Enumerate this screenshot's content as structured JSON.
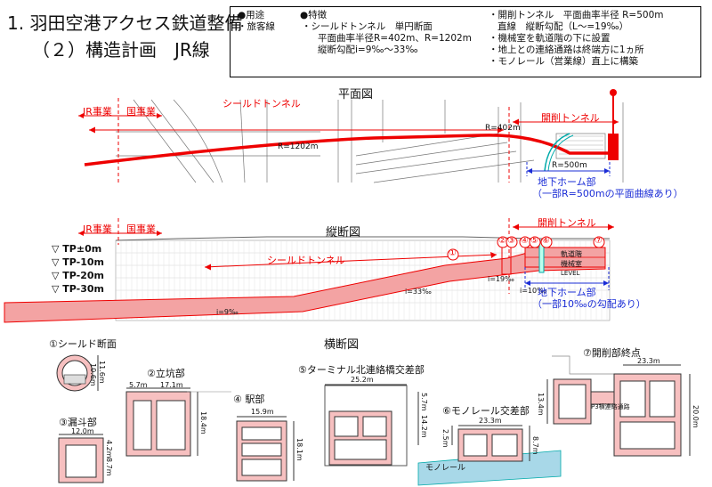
{
  "title": {
    "line1": "1. 羽田空港アクセス鉄道整備",
    "line2": "（２）構造計画　JR線"
  },
  "info": {
    "use_head": "●用途",
    "use_val": "・旅客線",
    "feat_head": "●特徴",
    "feat1": "・シールドトンネル　単円断面",
    "feat2": "平面曲率半径R=402m、R=1202m",
    "feat3": "縦断勾配i=9‰～33‰",
    "r1": "・開削トンネル　平面曲率半径 R=500m",
    "r2": "直線　縦断勾配（L～=19‰）",
    "r3": "・機械室を軌道階の下に設置",
    "r4": "・地上との連絡通路は終端方に1ヵ所",
    "r5": "・モノレール（営業線）直上に構築"
  },
  "plan": {
    "title": "平面図",
    "jr_zone": "JR事業",
    "country_zone": "国事業",
    "shield": "シールドトンネル",
    "cut": "開削トンネル",
    "r1202": "R=1202m",
    "r402": "R=402m",
    "r500": "R=500m",
    "platform": "地下ホーム部",
    "platform_note": "（一部R=500mの平面曲線あり）"
  },
  "profile": {
    "title": "縦断図",
    "jr_zone": "JR事業",
    "country_zone": "国事業",
    "cut": "開削トンネル",
    "shield": "シールドトンネル",
    "tp0": "▽ TP±0m",
    "tp10": "▽ TP-10m",
    "tp20": "▽ TP-20m",
    "tp30": "▽ TP-30m",
    "i9": "i=9‰",
    "i33": "i=33‰",
    "i19": "i=19‰",
    "i10": "i=10‰",
    "track": "軌道階",
    "machine": "機械室",
    "level": "LEVEL",
    "platform": "地下ホーム部",
    "platform_note": "（一部10‰の勾配あり）",
    "markers": [
      "①",
      "②",
      "③",
      "④",
      "⑤",
      "⑥",
      "⑦"
    ]
  },
  "cross": {
    "title": "横断図",
    "s1": "①シールド断面",
    "s1_d1": "11.6m",
    "s1_d2": "10.6m",
    "s2": "②立坑部",
    "s2_w1": "5.7m",
    "s2_w2": "17.1m",
    "s2_h": "18.4m",
    "s3": "③漏斗部",
    "s3_w": "12.0m",
    "s3_h1": "4.2m",
    "s3_h2": "8.7m",
    "s4": "④ 駅部",
    "s4_w": "15.9m",
    "s4_h": "18.1m",
    "s5": "⑤ターミナル北連絡橋交差部",
    "s5_w": "25.2m",
    "s5_h1": "5.7m",
    "s5_h2": "14.2m",
    "s6": "⑥モノレール交差部",
    "s6_w": "23.3m",
    "s6_h1": "2.5m",
    "s6_h2": "8.7m",
    "s6_mono": "モノレール",
    "s7": "⑦開削部終点",
    "s7_w": "23.3m",
    "s7_h1": "13.4m",
    "s7_h2": "20.0m",
    "s7_note": "P3横連絡通路"
  }
}
